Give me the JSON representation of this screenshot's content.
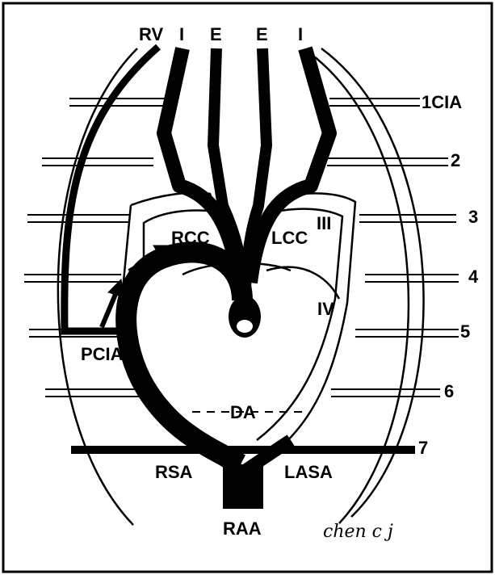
{
  "diagram": {
    "top_labels": [
      "RV",
      "I",
      "E",
      "E",
      "I"
    ],
    "right_labels": [
      "1CIA",
      "2",
      "3",
      "4",
      "5",
      "6",
      "7"
    ],
    "inner_labels": {
      "rcc": "RCC",
      "lcc": "LCC",
      "arch_iii": "III",
      "arch_iv": "IV",
      "pcia": "PCIA",
      "da": "DA",
      "rsa": "RSA",
      "lasa": "LASA",
      "raa": "RAA"
    },
    "signature": "chen c j",
    "colors": {
      "ink": "#000000",
      "paper": "#ffffff"
    }
  }
}
